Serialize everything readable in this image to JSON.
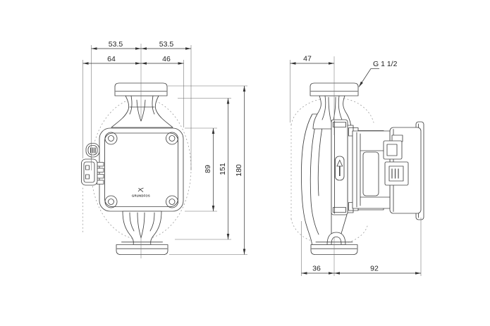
{
  "drawing": {
    "front_view": {
      "dim_shell_width_left": "53.5",
      "dim_shell_width_right": "53.5",
      "dim_center_to_plug": "64",
      "dim_center_to_box": "46",
      "dim_box_height": "89",
      "dim_shell_height": "151",
      "dim_port_to_port": "180",
      "logo": "GRUNDFOS"
    },
    "side_view": {
      "dim_shell_depth_front": "47",
      "thread_label": "G 1 1/2",
      "dim_foot_front": "36",
      "dim_foot_back": "92"
    },
    "colors": {
      "line": "#414141",
      "dimension": "#333333",
      "dashed_outline": "#9a9a9a",
      "background": "#ffffff"
    }
  }
}
